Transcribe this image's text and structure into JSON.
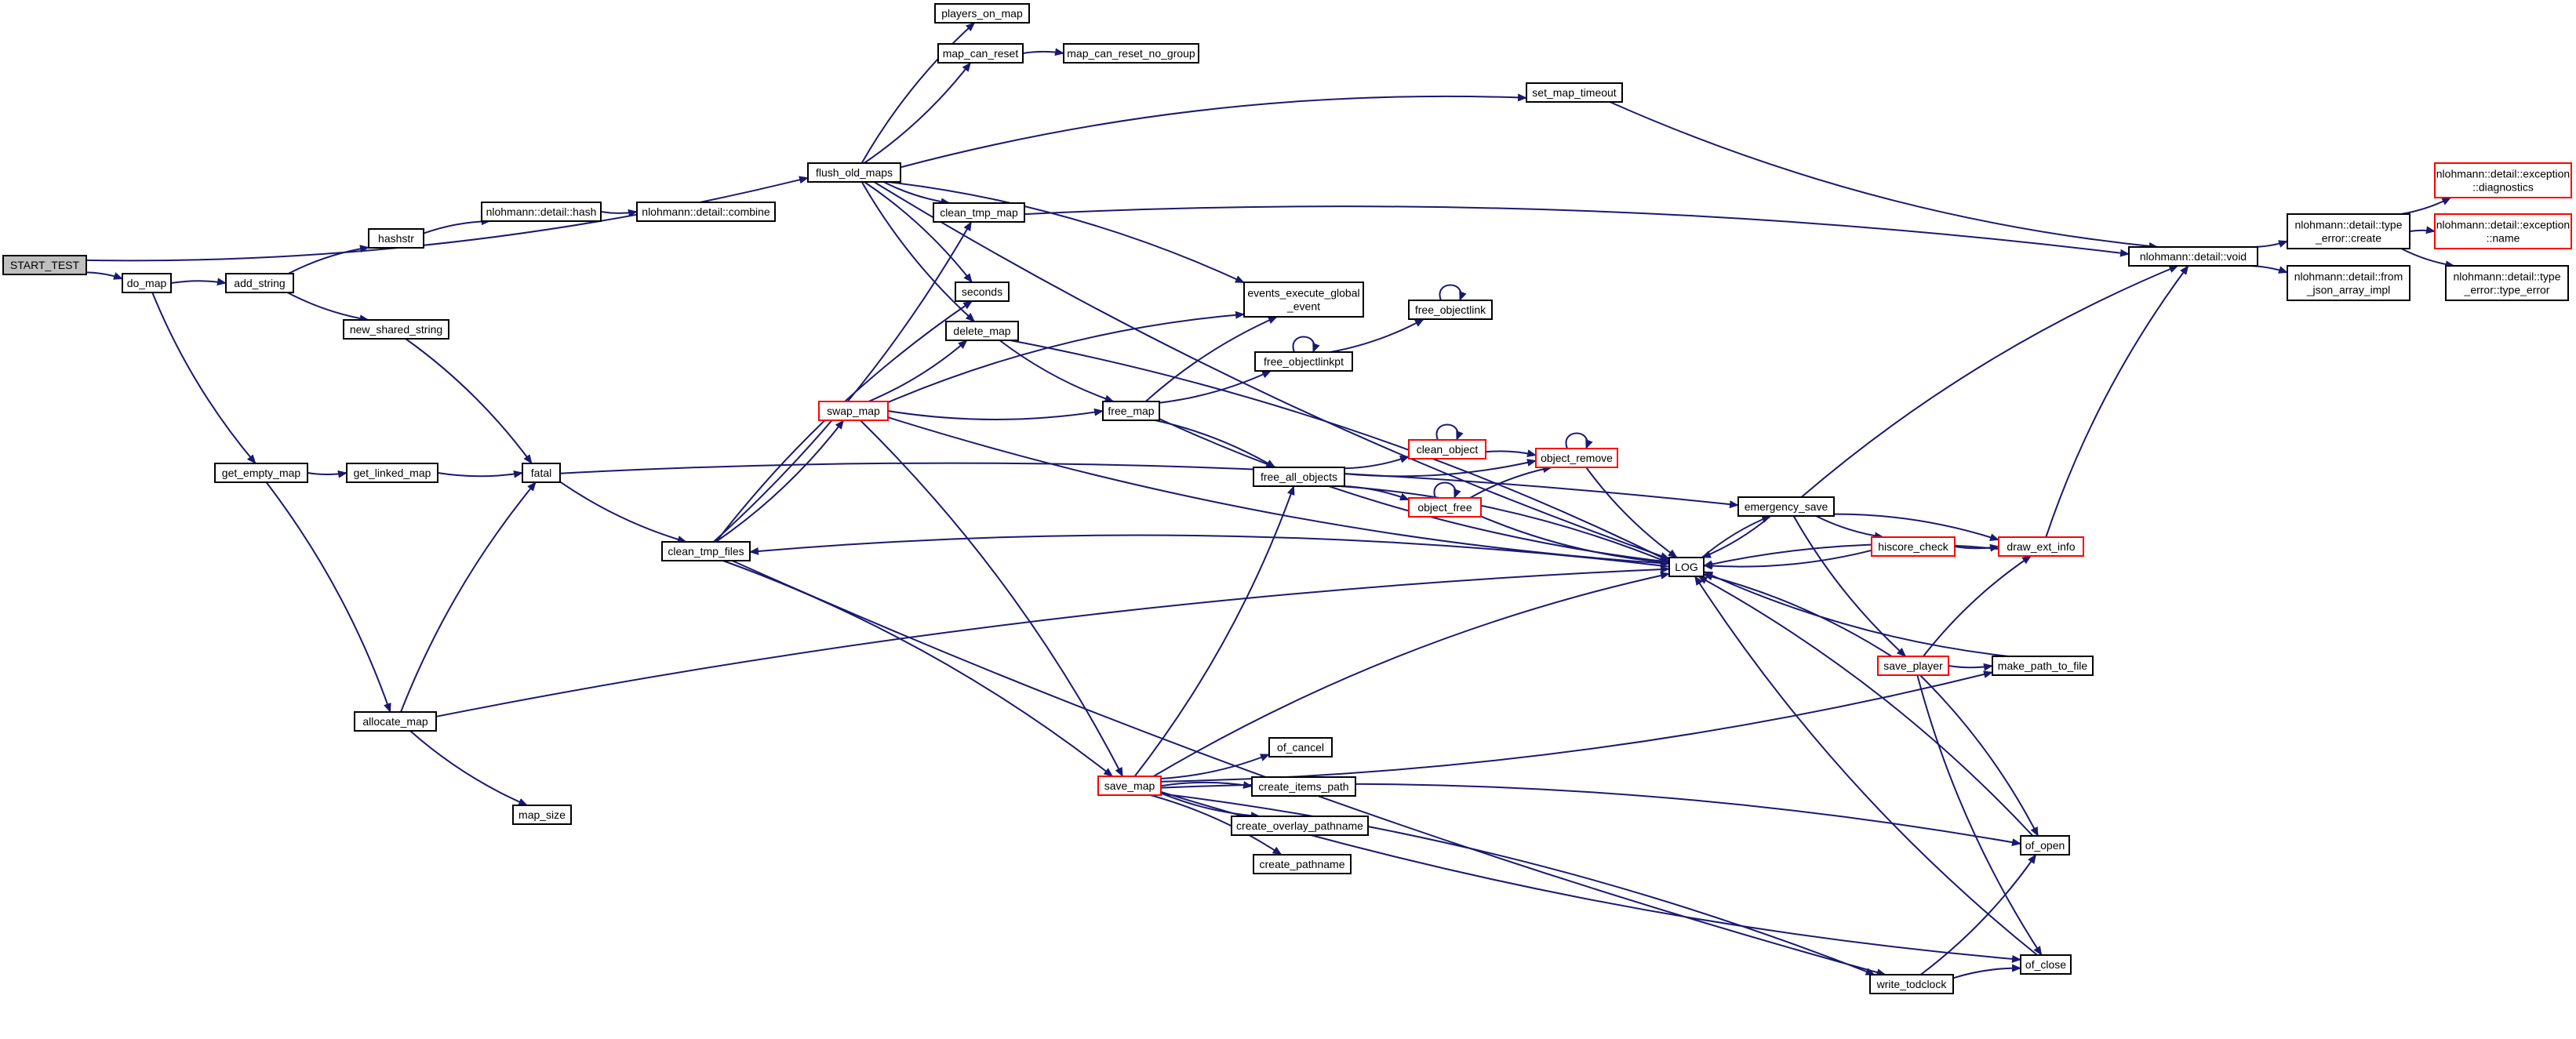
{
  "graph": {
    "colors": {
      "edge": "#191970",
      "truncated_border": "#ff0000",
      "normal_border": "#000000",
      "root_fill": "#bfbfbf"
    },
    "nodes": {
      "start_test": {
        "label": [
          "START_TEST"
        ],
        "kind": "root"
      },
      "do_map": {
        "label": [
          "do_map"
        ],
        "kind": "normal"
      },
      "add_string": {
        "label": [
          "add_string"
        ],
        "kind": "normal"
      },
      "hashstr": {
        "label": [
          "hashstr"
        ],
        "kind": "normal"
      },
      "nl_hash": {
        "label": [
          "nlohmann::detail::hash"
        ],
        "kind": "normal"
      },
      "nl_combine": {
        "label": [
          "nlohmann::detail::combine"
        ],
        "kind": "normal"
      },
      "new_shared_string": {
        "label": [
          "new_shared_string"
        ],
        "kind": "normal"
      },
      "get_empty_map": {
        "label": [
          "get_empty_map"
        ],
        "kind": "normal"
      },
      "get_linked_map": {
        "label": [
          "get_linked_map"
        ],
        "kind": "normal"
      },
      "fatal": {
        "label": [
          "fatal"
        ],
        "kind": "normal"
      },
      "allocate_map": {
        "label": [
          "allocate_map"
        ],
        "kind": "normal"
      },
      "map_size": {
        "label": [
          "map_size"
        ],
        "kind": "normal"
      },
      "clean_tmp_files": {
        "label": [
          "clean_tmp_files"
        ],
        "kind": "normal"
      },
      "flush_old_maps": {
        "label": [
          "flush_old_maps"
        ],
        "kind": "normal"
      },
      "players_on_map": {
        "label": [
          "players_on_map"
        ],
        "kind": "normal"
      },
      "map_can_reset": {
        "label": [
          "map_can_reset"
        ],
        "kind": "normal"
      },
      "map_can_reset_no_group": {
        "label": [
          "map_can_reset_no_group"
        ],
        "kind": "normal"
      },
      "set_map_timeout": {
        "label": [
          "set_map_timeout"
        ],
        "kind": "normal"
      },
      "clean_tmp_map": {
        "label": [
          "clean_tmp_map"
        ],
        "kind": "normal"
      },
      "seconds": {
        "label": [
          "seconds"
        ],
        "kind": "normal"
      },
      "delete_map": {
        "label": [
          "delete_map"
        ],
        "kind": "normal"
      },
      "swap_map": {
        "label": [
          "swap_map"
        ],
        "kind": "trunc"
      },
      "events_execute_global_event": {
        "label": [
          "events_execute_global",
          "_event"
        ],
        "kind": "normal"
      },
      "free_map": {
        "label": [
          "free_map"
        ],
        "kind": "normal"
      },
      "free_objectlinkpt": {
        "label": [
          "free_objectlinkpt"
        ],
        "kind": "normal"
      },
      "free_objectlink": {
        "label": [
          "free_objectlink"
        ],
        "kind": "normal"
      },
      "free_all_objects": {
        "label": [
          "free_all_objects"
        ],
        "kind": "normal"
      },
      "clean_object": {
        "label": [
          "clean_object"
        ],
        "kind": "trunc"
      },
      "object_remove": {
        "label": [
          "object_remove"
        ],
        "kind": "trunc"
      },
      "object_free": {
        "label": [
          "object_free"
        ],
        "kind": "trunc"
      },
      "log": {
        "label": [
          "LOG"
        ],
        "kind": "normal"
      },
      "emergency_save": {
        "label": [
          "emergency_save"
        ],
        "kind": "normal"
      },
      "hiscore_check": {
        "label": [
          "hiscore_check"
        ],
        "kind": "trunc"
      },
      "draw_ext_info": {
        "label": [
          "draw_ext_info"
        ],
        "kind": "trunc"
      },
      "save_player": {
        "label": [
          "save_player"
        ],
        "kind": "trunc"
      },
      "make_path_to_file": {
        "label": [
          "make_path_to_file"
        ],
        "kind": "normal"
      },
      "of_open": {
        "label": [
          "of_open"
        ],
        "kind": "normal"
      },
      "of_close": {
        "label": [
          "of_close"
        ],
        "kind": "normal"
      },
      "write_todclock": {
        "label": [
          "write_todclock"
        ],
        "kind": "normal"
      },
      "save_map": {
        "label": [
          "save_map"
        ],
        "kind": "trunc"
      },
      "of_cancel": {
        "label": [
          "of_cancel"
        ],
        "kind": "normal"
      },
      "create_items_path": {
        "label": [
          "create_items_path"
        ],
        "kind": "normal"
      },
      "create_overlay_pathname": {
        "label": [
          "create_overlay_pathname"
        ],
        "kind": "normal"
      },
      "create_pathname": {
        "label": [
          "create_pathname"
        ],
        "kind": "normal"
      },
      "nl_void": {
        "label": [
          "nlohmann::detail::void"
        ],
        "kind": "normal"
      },
      "nl_type_error_create": {
        "label": [
          "nlohmann::detail::type",
          "_error::create"
        ],
        "kind": "normal"
      },
      "nl_from_json_array_impl": {
        "label": [
          "nlohmann::detail::from",
          "_json_array_impl"
        ],
        "kind": "normal"
      },
      "nl_exception_diagnostics": {
        "label": [
          "nlohmann::detail::exception",
          "::diagnostics"
        ],
        "kind": "trunc"
      },
      "nl_exception_name": {
        "label": [
          "nlohmann::detail::exception",
          "::name"
        ],
        "kind": "trunc"
      },
      "nl_type_error_type_error": {
        "label": [
          "nlohmann::detail::type",
          "_error::type_error"
        ],
        "kind": "normal"
      }
    }
  }
}
